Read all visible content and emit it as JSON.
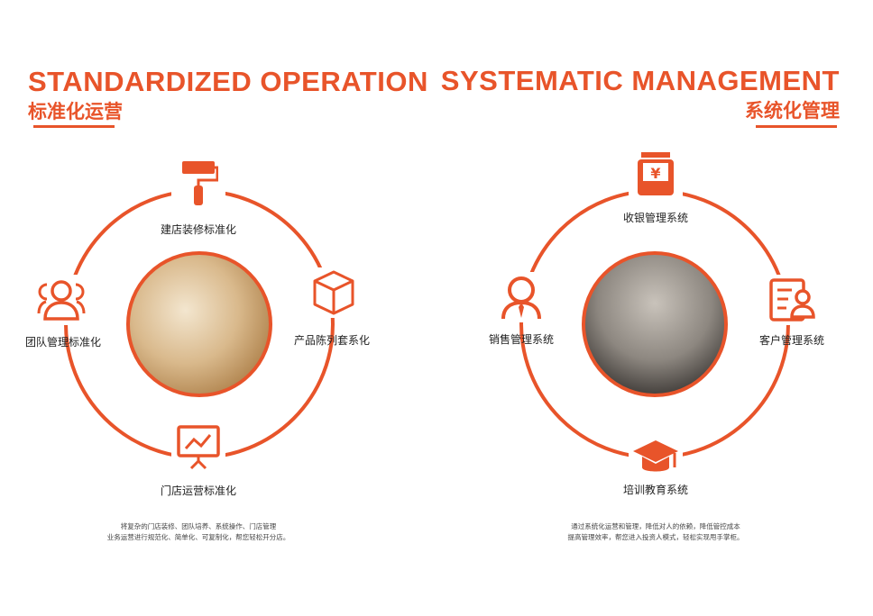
{
  "left": {
    "title_en": "STANDARDIZED OPERATION",
    "title_cn": "标准化运营",
    "items": [
      "建店装修标准化",
      "团队管理标准化",
      "产品陈列套系化",
      "门店运营标准化"
    ],
    "desc": [
      "将复杂的门店装修、团队培养、系统操作、门店管理",
      "业务运营进行规范化、简单化、可复制化，帮您轻松开分店。"
    ]
  },
  "right": {
    "title_en": "SYSTEMATIC MANAGEMENT",
    "title_cn": "系统化管理",
    "items": [
      "收银管理系统",
      "销售管理系统",
      "客户管理系统",
      "培训教育系统"
    ],
    "desc": [
      "通过系统化运营和管理，降低对人的依赖，降低管控成本",
      "提高管理效率，帮您进入投资人模式，轻松实现甩手掌柜。"
    ]
  },
  "colors": {
    "accent": "#e8542a"
  }
}
